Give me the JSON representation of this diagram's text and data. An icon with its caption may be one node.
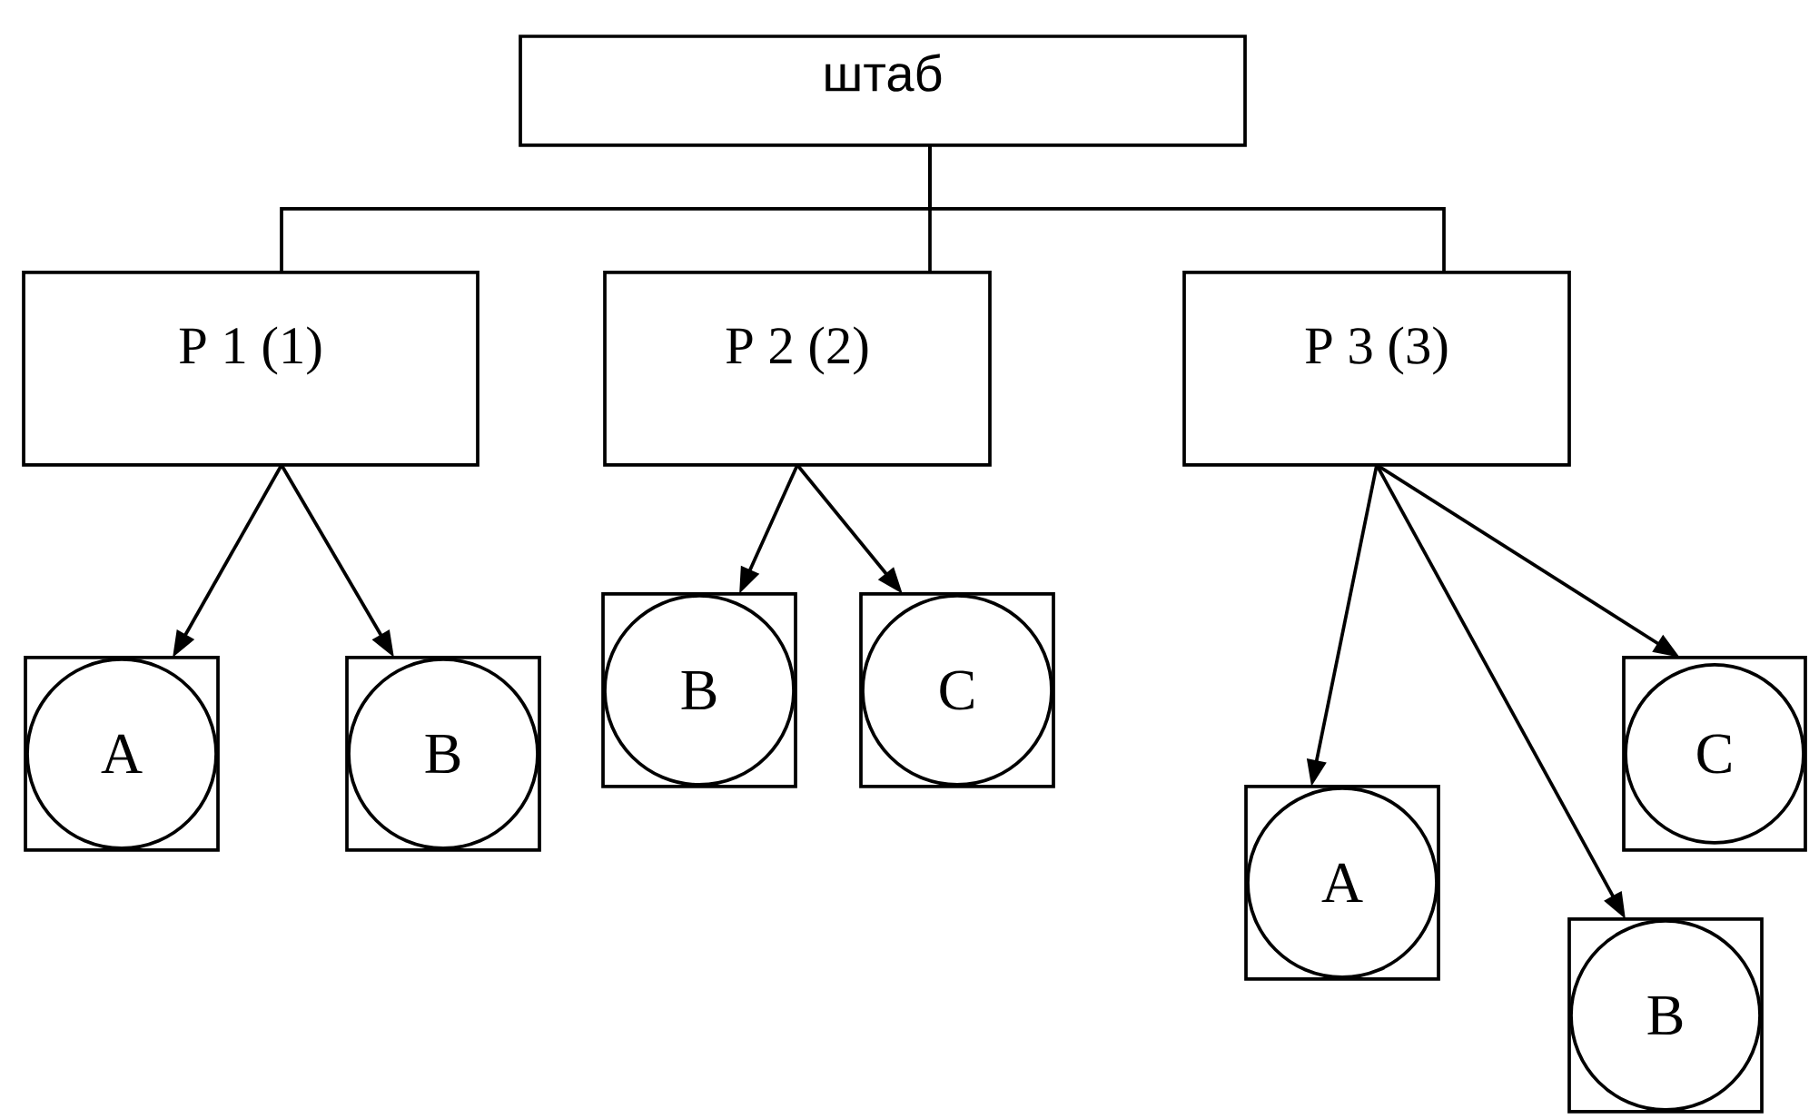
{
  "diagram": {
    "nodes": [
      {
        "text": [
          "штаб"
        ]
      },
      {
        "text": [
          "Р 1 (1)"
        ]
      },
      {
        "text": [
          "Р 2 (2)"
        ]
      },
      {
        "text": [
          "Р 3 (3)"
        ]
      },
      {
        "text": [
          "А"
        ]
      },
      {
        "text": [
          "В"
        ]
      },
      {
        "text": [
          "В"
        ]
      },
      {
        "text": [
          "С"
        ]
      },
      {
        "text": [
          "А"
        ]
      },
      {
        "text": [
          "В"
        ]
      },
      {
        "text": [
          "С"
        ]
      }
    ],
    "edges": [
      {
        "from": 0,
        "to": 1,
        "arrow": "none"
      },
      {
        "from": 0,
        "to": 2,
        "arrow": "none"
      },
      {
        "from": 0,
        "to": 3,
        "arrow": "none"
      },
      {
        "from": 1,
        "to": 4,
        "arrow": "to"
      },
      {
        "from": 1,
        "to": 5,
        "arrow": "to"
      },
      {
        "from": 2,
        "to": 6,
        "arrow": "to"
      },
      {
        "from": 2,
        "to": 7,
        "arrow": "to"
      },
      {
        "from": 3,
        "to": 8,
        "arrow": "to"
      },
      {
        "from": 3,
        "to": 9,
        "arrow": "to"
      },
      {
        "from": 3,
        "to": 10,
        "arrow": "to"
      }
    ]
  }
}
